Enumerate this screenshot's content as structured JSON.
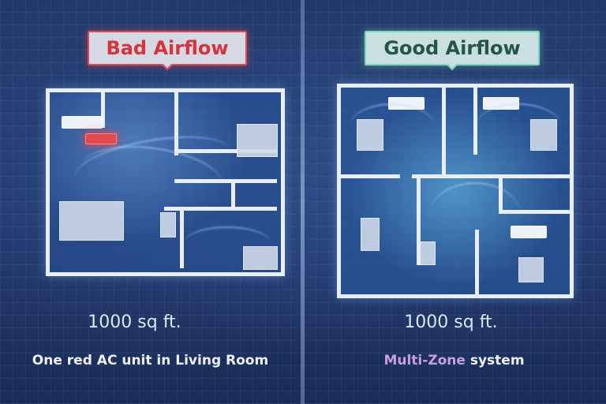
{
  "left": {
    "title": "Bad Airflow",
    "area": "1000 sq ft.",
    "caption": "One red AC unit in Living Room",
    "accent_color": "#d3343d"
  },
  "right": {
    "title": "Good Airflow",
    "area": "1000 sq ft.",
    "caption_highlight": "Multi-Zone",
    "caption_rest": " system",
    "accent_color": "#255449",
    "highlight_color": "#c79fe0"
  }
}
